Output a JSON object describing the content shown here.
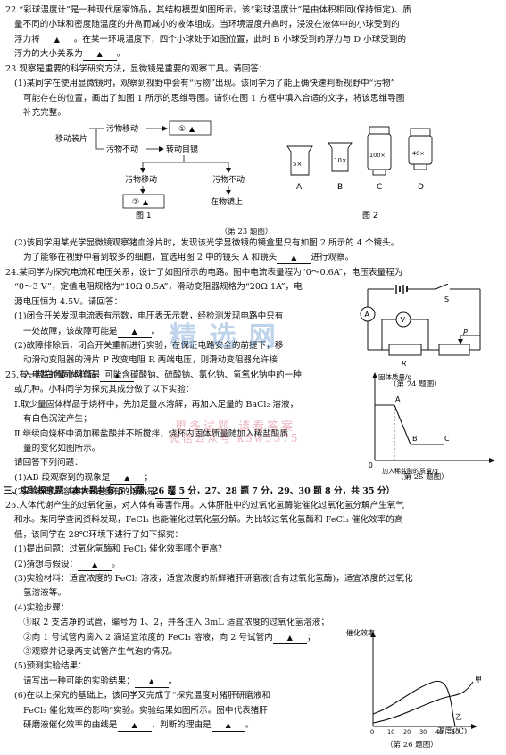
{
  "q22": {
    "lines": [
      "22.“彩球温度计”是一种现代居家饰品，其结构模型如图所示。该“彩球温度计”是由体积相同(保持恒定)、质",
      "量不同的小球和密度随温度的升高而减小的液体组成。当环境温度升高时，浸没在液体中的小球受到的",
      "浮力将",
      "。在某一环境温度下，四个小球处于如图位置，此时 B 小球受到的浮力与 D 小球受到的",
      "浮力的大小关系为"
    ]
  },
  "q23": {
    "lines": [
      "23.观察是重要的科学研究方法，显微镜是重要的观察工具。请回答：",
      "(1)某同学在使用显微镜时，观察到视野中会有“污物”出现。该同学为了能正确快速判断视野中“污物”",
      "可能存在的位置，画出了如图 1 所示的思维导图。请你在图 1 方框中填入合适的文字，将该思维导图",
      "补充完整。"
    ],
    "mindmap": {
      "start": "移动装片",
      "moved": "污物移动",
      "box1": "①",
      "not_moved": "污物不动",
      "rotate": "转动目镜",
      "moved2": "污物移动",
      "not_moved2": "污物不动",
      "box2": "②",
      "on_slide": "在物镜上",
      "caption": "图 1"
    },
    "lenses": {
      "items": [
        {
          "mark": "5×",
          "letter": "A"
        },
        {
          "mark": "10×",
          "letter": "B"
        },
        {
          "mark": "100×",
          "letter": "C"
        },
        {
          "mark": "40×",
          "letter": "D"
        }
      ],
      "caption": "图 2"
    },
    "figure_caption": "（第 23 题图）",
    "part2": [
      "(2)该同学用某光学显微镜观察猪血涂片时，发现该光学显微镜的镜盒里只有如图 2 所示的 4 个镜头。",
      "为了能够在视野中看到较多的细胞，宜选用图 2 中的镜头 A 和镜头",
      "进行观察。"
    ]
  },
  "q24": {
    "lines": [
      "24.某同学为探究电流和电压关系，设计了如图所示的电路。图中电流表量程为“0～0.6A”，电压表量程为",
      "“0～3 V”，定值电阻规格为“10Ω 0.5A”，滑动变阻器规格为“20Ω 1A”，电",
      "源电压恒为 4.5V。请回答：",
      "(1)闭合开关发现电流表有示数，电压表无示数，经检测发现电路中只有",
      "一处故障，该故障可能是",
      "(2)故障排除后，闭合开关重新进行实验，在保证电路安全的前提下，移",
      "动滑动变阻器的滑片 P 改变电阻 R 两端电压，则滑动变阻器允许接",
      "入电路的最小阻值是"
    ],
    "labels": {
      "S": "S",
      "A": "A",
      "V": "V",
      "R": "R",
      "P": "P"
    },
    "caption": "（第 24 题图）"
  },
  "q25": {
    "lines": [
      "25.有一包白色固体样品，可能含碳酸钠、硫酸钠、氯化钠、氢氧化钠中的一种",
      "或几种。小科同学为探究其成分做了以下实验：",
      "Ⅰ.取少量固体样品于烧杯中，先加足量水溶解，再加入足量的 BaCl₂ 溶液，",
      "有白色沉淀产生；",
      "Ⅱ.继续向烧杯中滴加稀盐酸并不断搅拌，烧杯内固体质量随加入稀盐酸质",
      "量的变化如图所示。",
      "请回答下列问题：",
      "(1)AB 段观察到的现象是",
      "(2)C 点时，溶液中一定含有的溶质是"
    ],
    "graph": {
      "ylabel": "固体质量/g",
      "xlabel": "加入稀盐酸的质量/g",
      "origin": "0",
      "A": "A",
      "B": "B",
      "C": "C",
      "caption": "（第 25 题图）"
    },
    "watermark1": "更多试题 请看答案",
    "watermark2": "微信公众号 k5w5375"
  },
  "section3": "三、实验探究题（本大题共有 5 小题，26 题 5 分，27、28 题 7 分，29、30 题 8 分，共 35 分）",
  "q26": {
    "lines": [
      "26.人体代谢产生的过氧化氢，对人体有毒害作用。人体肝脏中的过氧化氢酶能催化过氧化氢分解产生氧气",
      "和水。某同学查阅资料发现，FeCl₃ 也能催化过氧化氢分解。为比较过氧化氢酶和 FeCl₃ 催化效率的高",
      "低，该同学在 28℃环境下进行了如下探究："
    ],
    "p1": "(1)提出问题：过氧化氢酶和 FeCl₃ 催化效率哪个更高？",
    "p2": "(2)猜想与假设：",
    "p3a": "(3)实验材料：适宜浓度的 FeCl₃ 溶液，适宜浓度的新鲜猪肝研磨液(含有过氧化氢酶)，适宜浓度的过氧化",
    "p3b": "氢溶液等。",
    "p4": "(4)实验步骤：",
    "s1": "①取 2 支洁净的试管，编号为 1、2，并各注入 3mL 适宜浓度的过氧化氢溶液；",
    "s2": "②向 1 号试管内滴入 2 滴适宜浓度的 FeCl₃ 溶液，向 2 号试管内",
    "s3": "③观察并记录两支试管产生气泡的情况。",
    "p5": "(5)预测实验结果：",
    "p5b": "请写出一种可能的实验结果：",
    "p6a": "(6)在以上探究的基础上，该同学又完成了“探究温度对猪肝研磨液和",
    "p6b": "FeCl₃ 催化效率的影响”实验。实验结果如图所示。图中代表猪肝",
    "p6c": "研磨液催化效率的曲线是",
    "p6d": "，判断的理由是",
    "graph": {
      "ylabel": "催化效率",
      "xlabel": "温度(℃)",
      "curve1": "甲",
      "curve2": "乙",
      "ticks": [
        "0",
        "10",
        "20",
        "30",
        "40",
        "50"
      ],
      "caption": "（第 26 题图）"
    }
  },
  "blank_mark": "▲",
  "colors": {
    "ink": "#111111",
    "watermark_blue": "#4a86c8",
    "watermark_red": "#d06070"
  }
}
